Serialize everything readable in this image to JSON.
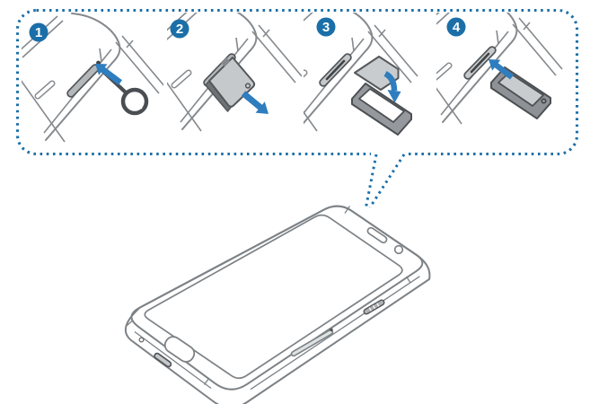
{
  "figure": {
    "kind": "instructional-diagram",
    "subject": "sim-card-installation",
    "visible_text": [
      "1",
      "2",
      "3",
      "4"
    ]
  },
  "steps": [
    {
      "number": "1",
      "icon": "ejection-pin-icon"
    },
    {
      "number": "2",
      "icon": "sim-tray-eject-icon"
    },
    {
      "number": "3",
      "icon": "sim-card-insert-icon"
    },
    {
      "number": "4",
      "icon": "sim-tray-insert-icon"
    }
  ],
  "colors": {
    "accent_blue": "#1b6fa8",
    "arrow_blue": "#2e7dbf",
    "outline_gray": "#85898d",
    "phone_gray": "#7d8286",
    "detail_dark": "#53575a",
    "pin_dark": "#4a4e52",
    "fill_light": "#c6c9cc",
    "fill_mid": "#95999d",
    "background": "#ffffff"
  }
}
